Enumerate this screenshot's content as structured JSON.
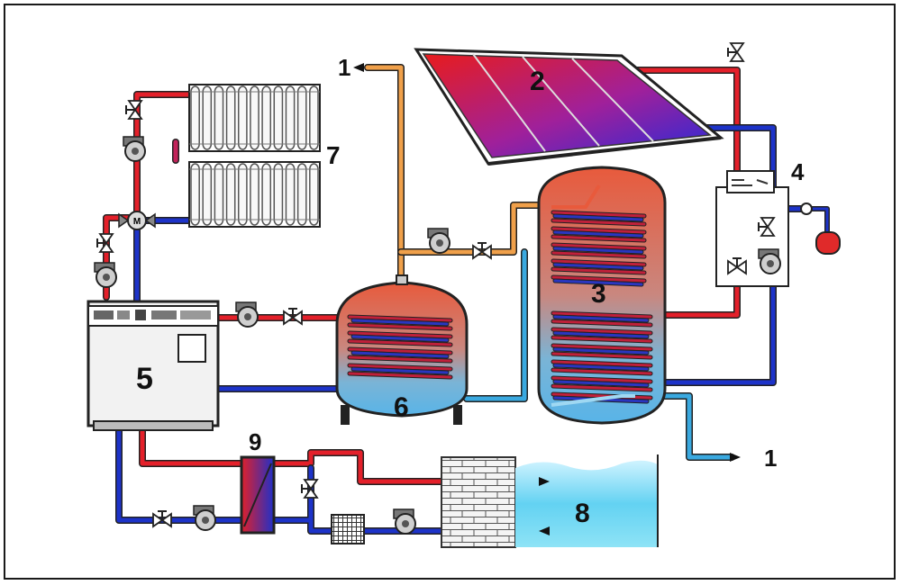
{
  "colors": {
    "hot_pipe": "#e4202a",
    "cold_pipe": "#1d33c9",
    "domestic_hot_pipe": "#f0a04a",
    "domestic_cold_pipe": "#3aa9e0",
    "pipe_outline": "#222222",
    "tank_top": "#e85a3c",
    "tank_bottom": "#58b4e8"
  },
  "labels": {
    "n1_top": "1",
    "n1_bottom": "1",
    "n2": "2",
    "n3": "3",
    "n4": "4",
    "n5": "5",
    "n6": "6",
    "n7": "7",
    "n8": "8",
    "n9": "9"
  },
  "icons": [
    "pump-icon",
    "valve-icon",
    "motorized-valve-icon",
    "expansion-vessel-icon",
    "controller-icon",
    "filter-icon",
    "arrow-icon"
  ]
}
